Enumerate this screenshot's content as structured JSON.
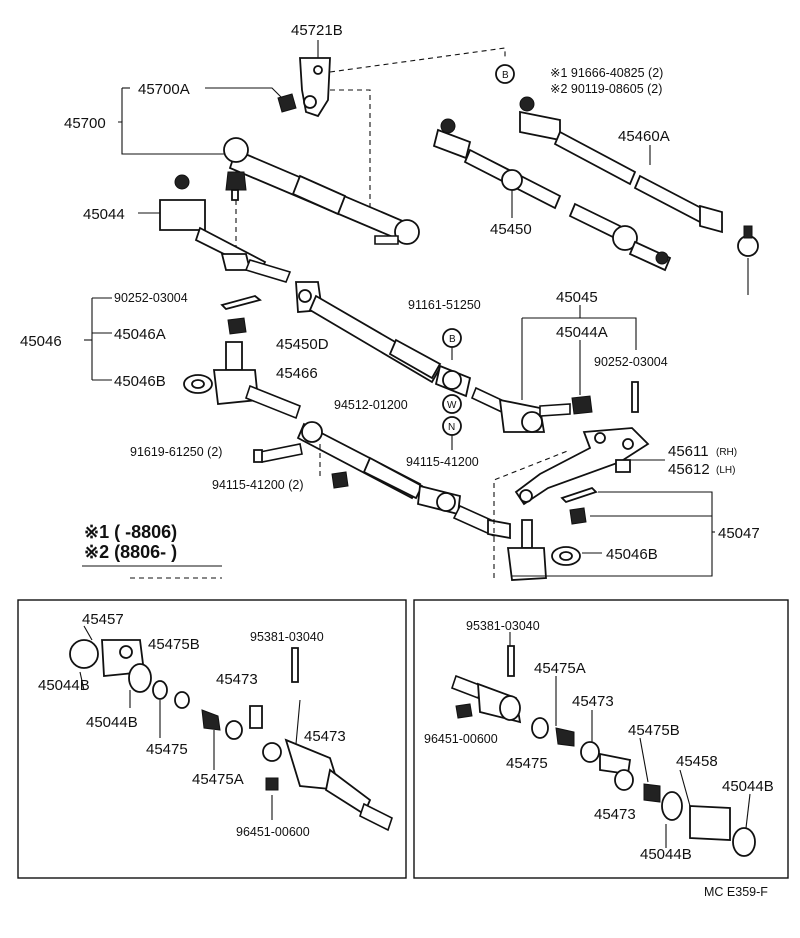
{
  "diagram": {
    "parts": {
      "p45721B": "45721B",
      "p45700A": "45700A",
      "p45700": "45700",
      "p45044": "45044",
      "p45460A": "45460A",
      "p45450": "45450",
      "p45046": "45046",
      "p90252_left": "90252-03004",
      "p45046A": "45046A",
      "p45046B_left": "45046B",
      "p45450D": "45450D",
      "p45466": "45466",
      "p91161": "91161-51250",
      "p45045": "45045",
      "p45044A": "45044A",
      "p90252_right": "90252-03004",
      "p94512": "94512-01200",
      "p94115_mid": "94115-41200",
      "p91619": "91619-61250 (2)",
      "p94115_left": "94115-41200 (2)",
      "p45611": "45611",
      "p45611_side": "(RH)",
      "p45612": "45612",
      "p45612_side": "(LH)",
      "p45047": "45047",
      "p45046B_right": "45046B"
    },
    "circle_codes": {
      "b_top": "B",
      "b_mid": "B",
      "w": "W",
      "n": "N"
    },
    "b_notes": {
      "n1": "※1 91666-40825 (2)",
      "n2": "※2 90119-08605 (2)"
    },
    "legend": {
      "line1": "※1 (      -8806)",
      "line2": "※2 (8806-       )"
    },
    "left_inset": {
      "p45457": "45457",
      "p45475B": "45475B",
      "p45044B_a": "45044B",
      "p45044B_b": "45044B",
      "p45475": "45475",
      "p45473_a": "45473",
      "p45475A": "45475A",
      "p95381": "95381-03040",
      "p45473_b": "45473",
      "p96451": "96451-00600"
    },
    "right_inset": {
      "p95381": "95381-03040",
      "p45475A": "45475A",
      "p45473_a": "45473",
      "p96451": "96451-00600",
      "p45475": "45475",
      "p45475B": "45475B",
      "p45458": "45458",
      "p45044B_a": "45044B",
      "p45473_b": "45473",
      "p45044B_b": "45044B"
    },
    "footer": "MC  E359-F"
  }
}
